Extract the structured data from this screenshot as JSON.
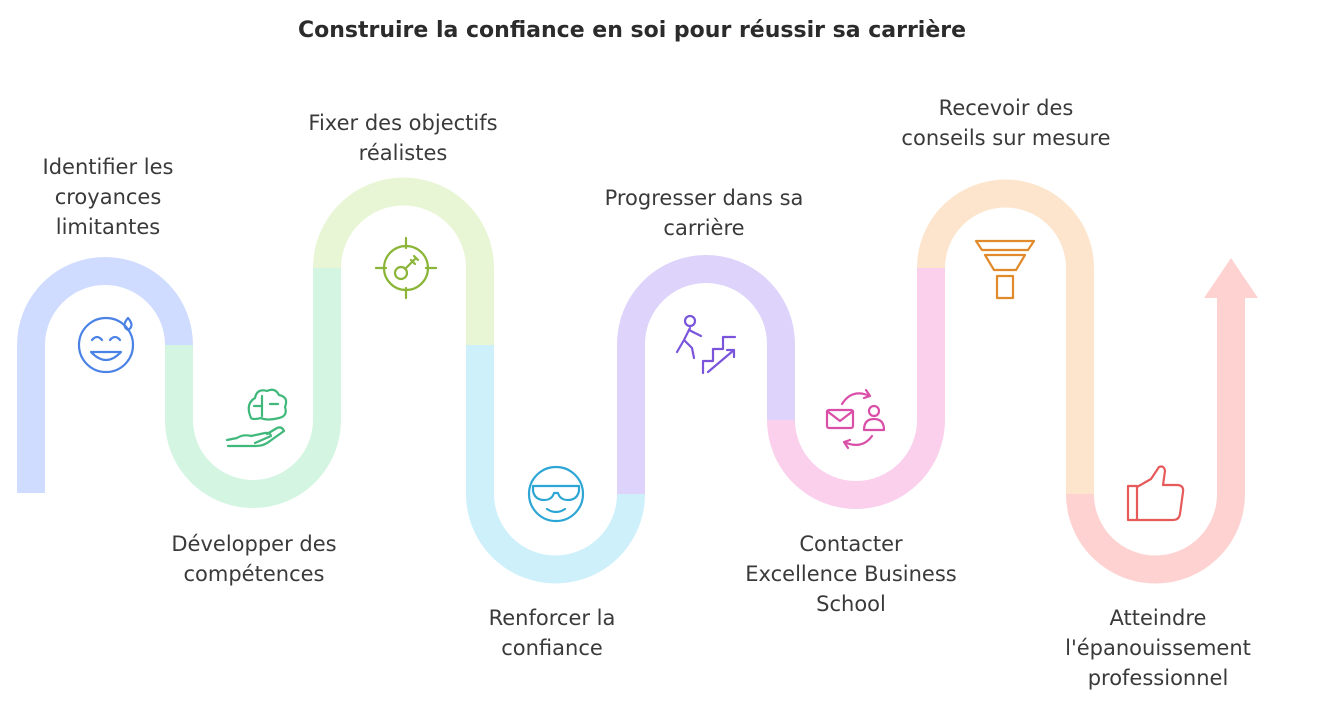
{
  "title": "Construire la confiance en soi pour réussir sa carrière",
  "steps": [
    {
      "label": "Identifier les\ncroyances\nlimitantes",
      "color": "#cfdcff",
      "icon_color": "#4b82e6",
      "icon": "smiling-sweat-face-icon"
    },
    {
      "label": "Développer des\ncompétences",
      "color": "#d3f5e1",
      "icon_color": "#3fb87a",
      "icon": "brain-in-hand-icon"
    },
    {
      "label": "Fixer des objectifs\nréalistes",
      "color": "#e8f6d5",
      "icon_color": "#8ab536",
      "icon": "target-icon"
    },
    {
      "label": "Renforcer la\nconfiance",
      "color": "#cdf0fb",
      "icon_color": "#2ea6d5",
      "icon": "sunglasses-face-icon"
    },
    {
      "label": "Progresser dans sa\ncarrière",
      "color": "#ddd3fb",
      "icon_color": "#7a55dc",
      "icon": "person-climbing-stairs-icon"
    },
    {
      "label": "Contacter\nExcellence Business\nSchool",
      "color": "#fbd0ec",
      "icon_color": "#d94fa8",
      "icon": "contact-exchange-icon"
    },
    {
      "label": "Recevoir des\nconseils sur mesure",
      "color": "#fde5cd",
      "icon_color": "#e08a2c",
      "icon": "funnel-icon"
    },
    {
      "label": "Atteindre\nl'épanouissement\nprofessionnel",
      "color": "#ffd2d2",
      "icon_color": "#e65a5a",
      "icon": "thumbs-up-icon"
    }
  ]
}
